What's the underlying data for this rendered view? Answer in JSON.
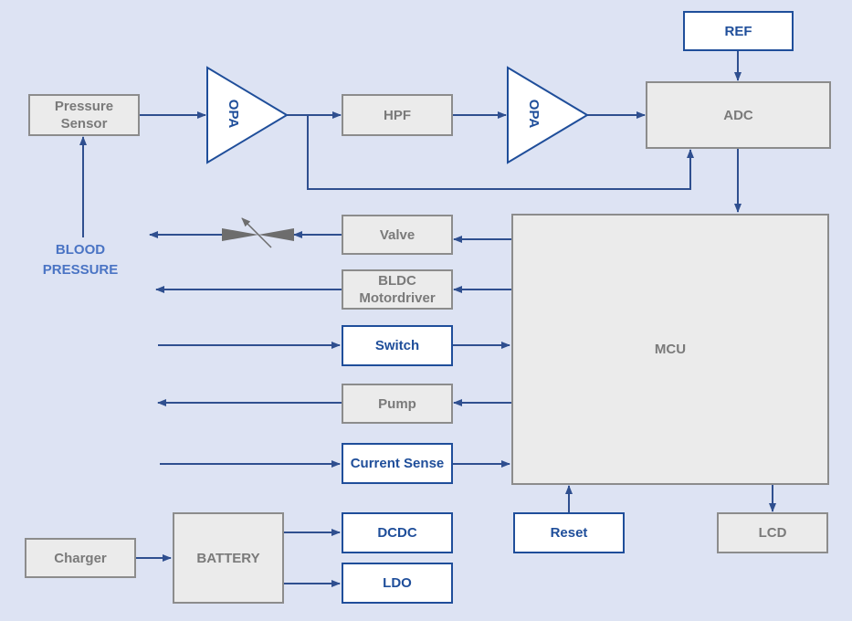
{
  "colors": {
    "background": "#dde3f3",
    "wire": "#2f4f8f",
    "gray_block_fill": "#ebebeb",
    "gray_block_border": "#8c8c8c",
    "gray_block_text": "#7a7a7a",
    "blue_block_border": "#1f4e9a",
    "blue_block_text": "#1f4e9a",
    "blood_pressure_text": "#4a74c4"
  },
  "blocks": {
    "pressure_sensor": "Pressure\nSensor",
    "opa_1": "OPA",
    "hpf": "HPF",
    "opa_2": "OPA",
    "ref": "REF",
    "adc": "ADC",
    "valve": "Valve",
    "bldc": "BLDC\nMotordriver",
    "switch": "Switch",
    "pump": "Pump",
    "current_sense": "Current Sense",
    "mcu": "MCU",
    "charger": "Charger",
    "battery": "BATTERY",
    "dcdc": "DCDC",
    "ldo": "LDO",
    "reset": "Reset",
    "lcd": "LCD"
  },
  "labels": {
    "blood_pressure": "BLOOD\nPRESSURE"
  }
}
